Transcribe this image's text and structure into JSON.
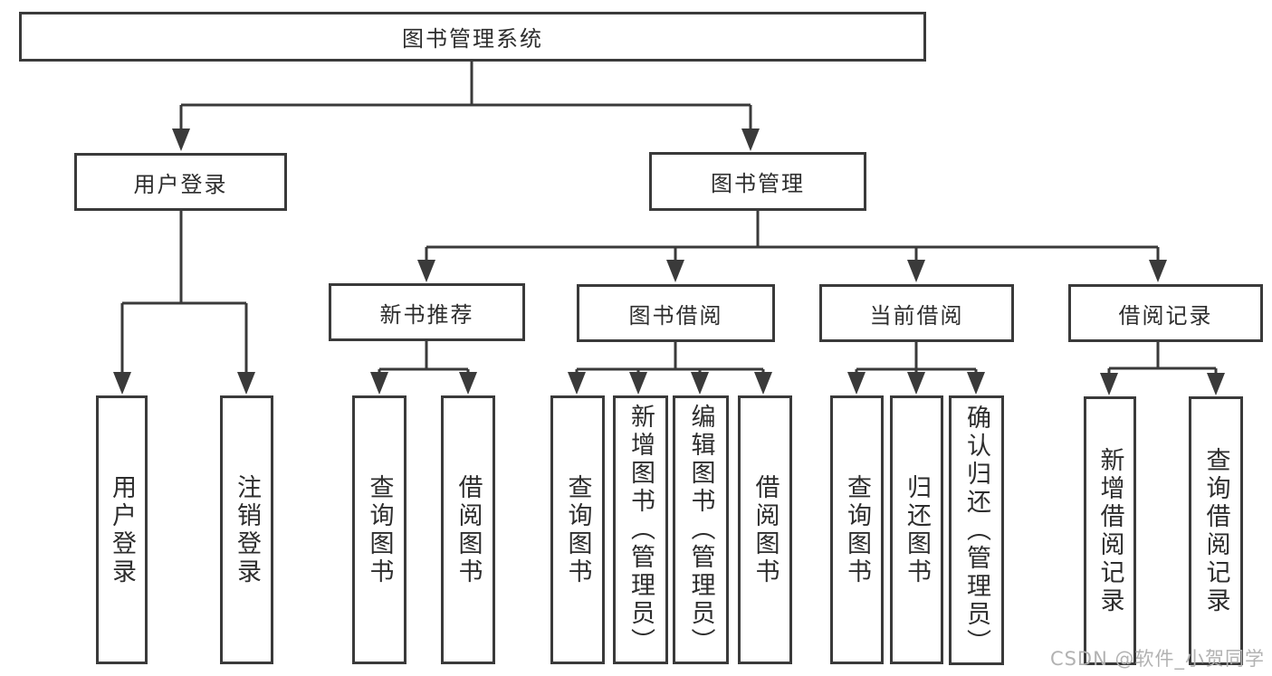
{
  "diagram": {
    "title": "图书管理系统",
    "type": "hierarchy-tree"
  },
  "nodes": {
    "root": "图书管理系统",
    "user_login": "用户登录",
    "book_management": "图书管理",
    "new_book_recommend": "新书推荐",
    "book_borrow": "图书借阅",
    "current_borrow": "当前借阅",
    "borrow_records": "借阅记录",
    "leaf_user_login": "用户登录",
    "leaf_logout": "注销登录",
    "leaf_nb_query_books": "查询图书",
    "leaf_nb_borrow_books": "借阅图书",
    "leaf_bb_query_books": "查询图书",
    "leaf_bb_add_books": "新增图书（管理员）",
    "leaf_bb_edit_books": "编辑图书（管理员）",
    "leaf_bb_borrow_books": "借阅图书",
    "leaf_cb_query_books": "查询图书",
    "leaf_cb_return_books": "归还图书",
    "leaf_cb_confirm_return": "确认归还（管理员）",
    "leaf_br_add_record": "新增借阅记录",
    "leaf_br_query_record": "查询借阅记录"
  },
  "hierarchy": {
    "label": "图书管理系统",
    "children": [
      {
        "label": "用户登录",
        "children": [
          {
            "label": "用户登录"
          },
          {
            "label": "注销登录"
          }
        ]
      },
      {
        "label": "图书管理",
        "children": [
          {
            "label": "新书推荐",
            "children": [
              {
                "label": "查询图书"
              },
              {
                "label": "借阅图书"
              }
            ]
          },
          {
            "label": "图书借阅",
            "children": [
              {
                "label": "查询图书"
              },
              {
                "label": "新增图书（管理员）"
              },
              {
                "label": "编辑图书（管理员）"
              },
              {
                "label": "借阅图书"
              }
            ]
          },
          {
            "label": "当前借阅",
            "children": [
              {
                "label": "查询图书"
              },
              {
                "label": "归还图书"
              },
              {
                "label": "确认归还（管理员）"
              }
            ]
          },
          {
            "label": "借阅记录",
            "children": [
              {
                "label": "新增借阅记录"
              },
              {
                "label": "查询借阅记录"
              }
            ]
          }
        ]
      }
    ]
  },
  "watermark": {
    "text": "CSDN @软件_小贺同学",
    "color": "#b2b2b2"
  },
  "colors": {
    "line": "#3a3a3a",
    "text": "#2d2d2d",
    "background": "#ffffff"
  }
}
